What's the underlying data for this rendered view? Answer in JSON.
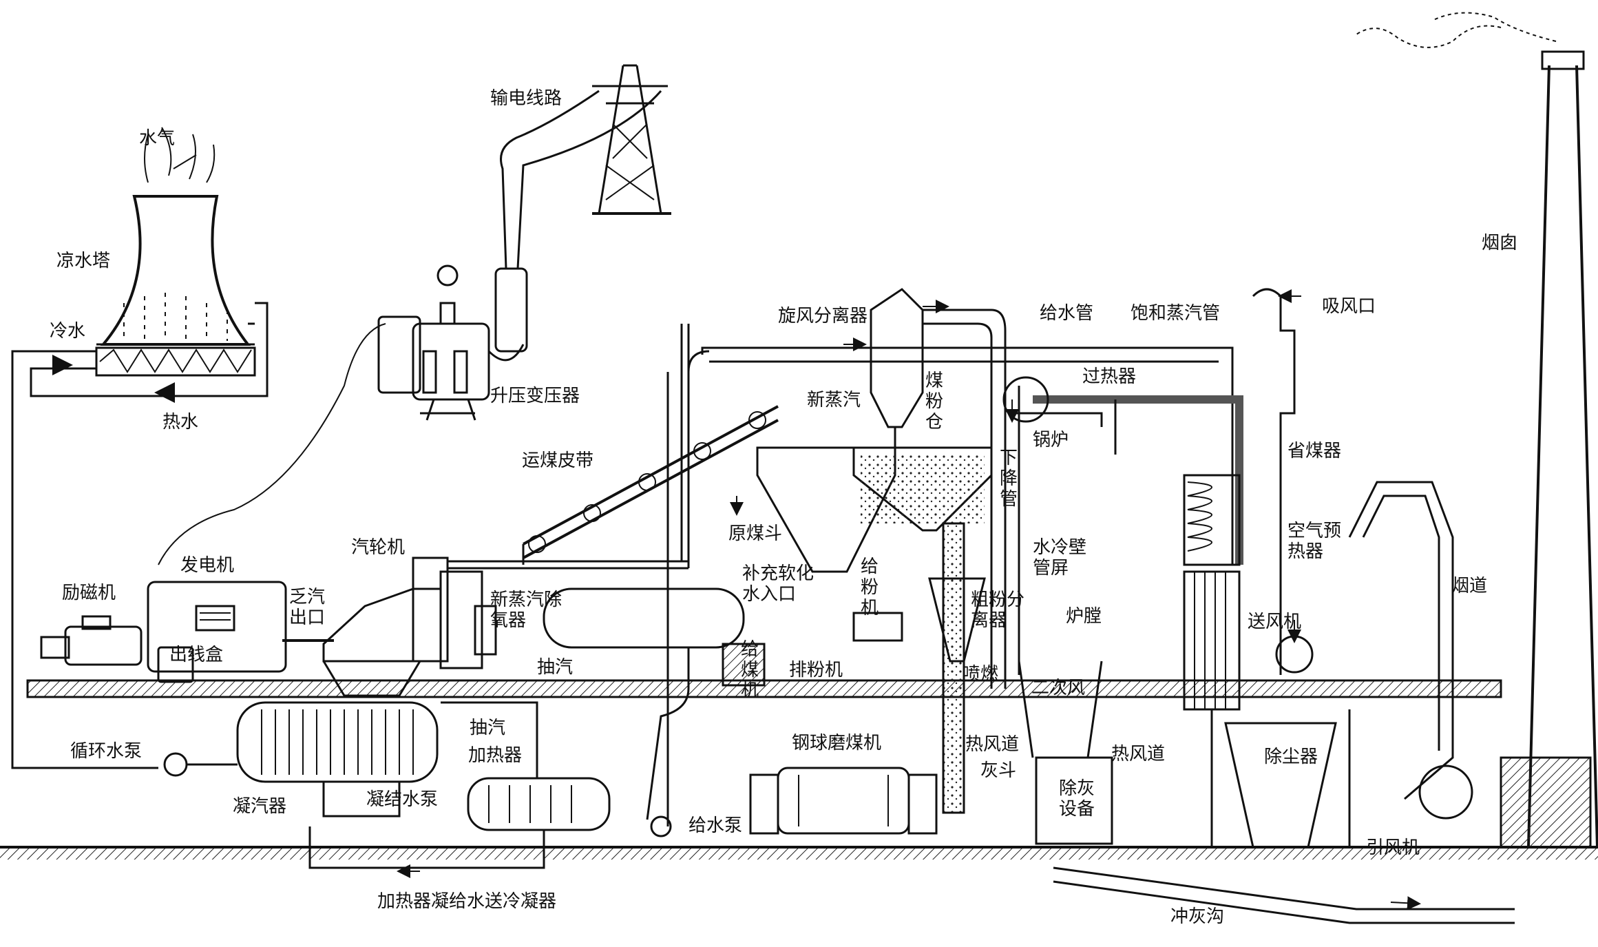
{
  "labels": {
    "power_line": "输电线路",
    "vapor": "水气",
    "cooling_tower": "凉水塔",
    "cold_water": "冷水",
    "hot_water": "热水",
    "step_up_transformer": "升压变压器",
    "coal_conveyor": "运煤皮带",
    "cyclone_separator": "旋风分离器",
    "new_steam_top": "新蒸汽",
    "pulverized_coal_bin": "煤粉仓",
    "downcomer": "下降管",
    "feedwater_pipe": "给水管",
    "saturated_steam_pipe": "饱和蒸汽管",
    "air_intake": "吸风口",
    "superheater": "过热器",
    "boiler": "锅炉",
    "economizer": "省煤器",
    "chimney": "烟囱",
    "exciter": "励磁机",
    "generator": "发电机",
    "exhaust_outlet": "乏汽出口",
    "turbine": "汽轮机",
    "new_steam_deaerator": "新蒸汽除氧器",
    "raw_coal_hopper": "原煤斗",
    "makeup_water_inlet": "补充软化水入口",
    "coal_powder_feeder": "给粉机",
    "coarse_powder_separator": "粗粉分离器",
    "waterwall_panel": "水冷壁管屏",
    "furnace": "炉膛",
    "air_preheater": "空气预热器",
    "forced_draft_fan": "送风机",
    "flue": "烟道",
    "outlet_box": "出线盒",
    "extraction_steam_1": "抽汽",
    "coal_feeder": "给煤机",
    "powder_exhaust_fan": "排粉机",
    "burner": "喷燃",
    "secondary_air": "二次风",
    "circulating_pump": "循环水泵",
    "extraction_steam_2": "抽汽",
    "heater": "加热器",
    "ball_mill": "钢球磨煤机",
    "hot_air_duct_1": "热风道",
    "hot_air_duct_2": "热风道",
    "ash_hopper": "灰斗",
    "ash_removal": "除灰设备",
    "dust_collector": "除尘器",
    "condenser": "凝汽器",
    "condensate_pump": "凝结水泵",
    "feed_pump": "给水泵",
    "induced_draft_fan": "引风机",
    "heater_drain": "加热器凝给水送冷凝器",
    "ash_trench": "冲灰沟"
  }
}
